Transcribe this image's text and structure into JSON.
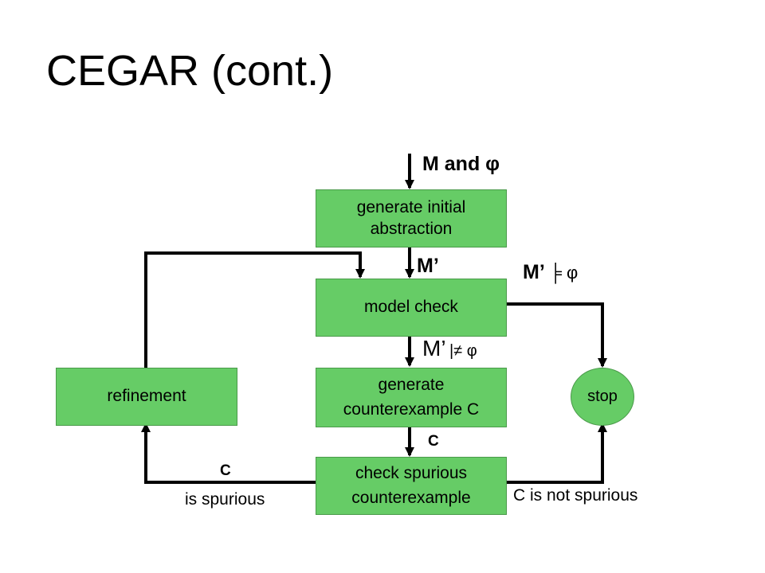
{
  "slide": {
    "title": "CEGAR (cont.)"
  },
  "nodes": {
    "generate_initial": [
      "generate initial",
      "abstraction"
    ],
    "model_check": "model check",
    "generate_counterexample": [
      "generate",
      "counterexample C"
    ],
    "check_spurious": [
      "check spurious",
      "counterexample"
    ],
    "refinement": "refinement",
    "stop": "stop"
  },
  "labels": {
    "input": "M and  φ",
    "m_prime": "M’",
    "satisfies_prefix": "M’",
    "satisfies_symbol": "╞ φ",
    "not_satisfies_prefix": "M’",
    "not_satisfies_symbol": "|≠ φ",
    "c_label": "C",
    "spurious_c": "C",
    "is_spurious": "is spurious",
    "not_spurious": "C is not spurious"
  },
  "colors": {
    "box_fill": "#66cc66",
    "arrow": "#000000"
  }
}
